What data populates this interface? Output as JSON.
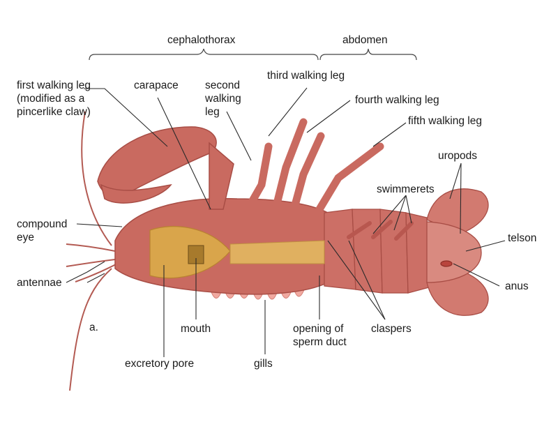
{
  "diagram": {
    "panel_letter": "a.",
    "regions": {
      "cephalothorax": "cephalothorax",
      "abdomen": "abdomen"
    },
    "labels": {
      "first_walking_leg": "first walking leg (modified as a pincerlike claw)",
      "carapace": "carapace",
      "second_walking_leg": "second walking leg",
      "third_walking_leg": "third walking leg",
      "fourth_walking_leg": "fourth walking leg",
      "fifth_walking_leg": "fifth walking leg",
      "uropods": "uropods",
      "swimmerets": "swimmerets",
      "compound_eye": "compound eye",
      "antennae": "antennae",
      "telson": "telson",
      "anus": "anus",
      "mouth": "mouth",
      "opening_of_sperm_duct": "opening of sperm duct",
      "claspers": "claspers",
      "excretory_pore": "excretory pore",
      "gills": "gills"
    },
    "colors": {
      "body": "#c96a60",
      "body_shadow": "#a84d45",
      "body_highlight": "#e39a8f",
      "mouthparts": "#d9a54b",
      "gills": "#f0a9a0",
      "leader": "#2a2a2a"
    }
  }
}
